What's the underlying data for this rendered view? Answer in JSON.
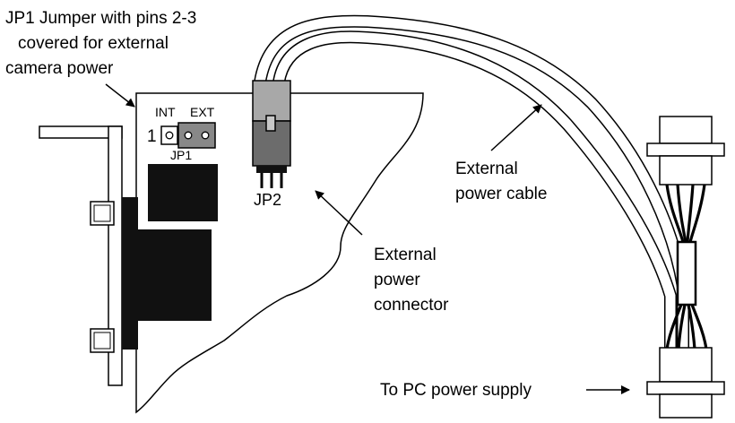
{
  "labels": {
    "jp1_callout": [
      "JP1 Jumper with pins 2-3",
      "covered for external",
      "camera power"
    ],
    "int": "INT",
    "ext": "EXT",
    "pin1": "1",
    "jp1": "JP1",
    "jp2": "JP2",
    "cable_callout": [
      "External",
      "power cable"
    ],
    "connector_callout": [
      "External",
      "power",
      "connector"
    ],
    "psu_callout": "To PC power supply"
  }
}
